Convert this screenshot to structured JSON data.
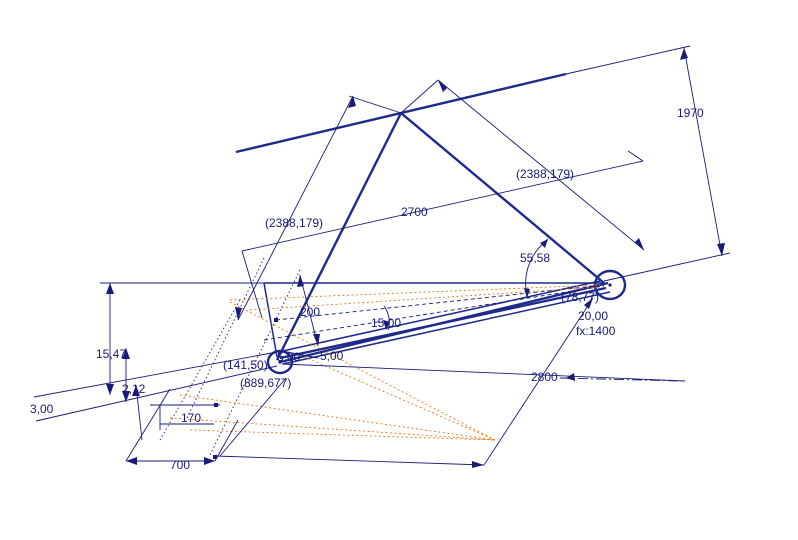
{
  "colors": {
    "geometry": "#1e2a8c",
    "dimension": "#1a1a7a",
    "construction": "#e07a1a",
    "background": "#ffffff"
  },
  "dimensions": {
    "d1970": "1970",
    "d2388_179_left": "(2388,179)",
    "d2388_179_right": "(2388,179)",
    "d2700": "2700",
    "d55_58": "55,58",
    "d78_77": "(78,77)",
    "d200": "200",
    "d15_00": "15,00",
    "d20_00": "20,00",
    "fx1400": "fx:1400",
    "d15_47": "15,47",
    "d141_50": "(141,50)",
    "d5_00a": "5,00",
    "d5_00b": "5,00",
    "d889_677": "(889,677)",
    "d2800": "2800",
    "d2_12": "2,12",
    "d3_00": "3,00",
    "d170": "170",
    "d700": "700"
  }
}
